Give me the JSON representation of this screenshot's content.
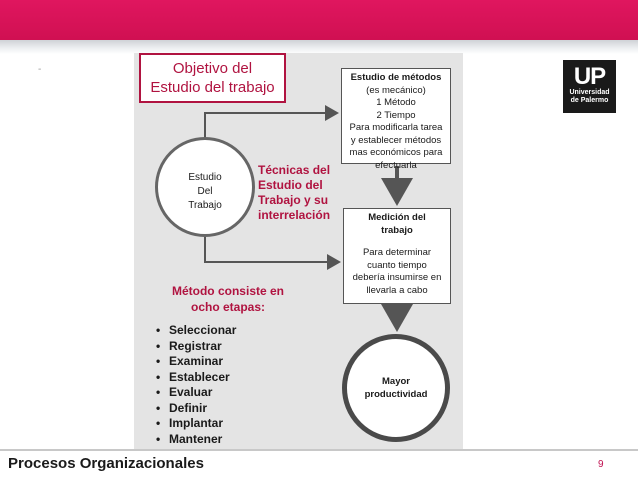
{
  "slide": {
    "dot": "-",
    "objective": {
      "line1": "Objetivo del",
      "line2": "Estudio del trabajo"
    },
    "methods_box": {
      "title": "Estudio de métodos",
      "lines": [
        "(es mecánico)",
        "1  Método",
        "2  Tiempo",
        "Para modificarla tarea",
        "y establecer métodos",
        "mas económicos para",
        "efectuarla"
      ]
    },
    "measure_box": {
      "title_line1": "Medición del",
      "title_line2": "trabajo",
      "lines": [
        "Para determinar",
        "cuanto tiempo",
        "debería insumirse en",
        "llevarla a cabo"
      ]
    },
    "study_circle": [
      "Estudio",
      "Del",
      "Trabajo"
    ],
    "techniques": [
      "Técnicas del",
      "Estudio del",
      "Trabajo y  su",
      "interrelación"
    ],
    "method_caption": [
      "Método consiste en",
      "ocho etapas:"
    ],
    "steps": [
      "Seleccionar",
      "Registrar",
      "Examinar",
      "Establecer",
      "Evaluar",
      "Definir",
      "Implantar",
      "Mantener"
    ],
    "result_circle": [
      "Mayor",
      "productividad"
    ],
    "logo": {
      "text": "UP",
      "sub1": "Universidad",
      "sub2": "de Palermo"
    },
    "footer": {
      "title": "Procesos Organizacionales",
      "page": "9"
    },
    "colors": {
      "accent": "#d01052",
      "emphasis_text": "#b01340",
      "panel": "#e4e4e4"
    }
  }
}
